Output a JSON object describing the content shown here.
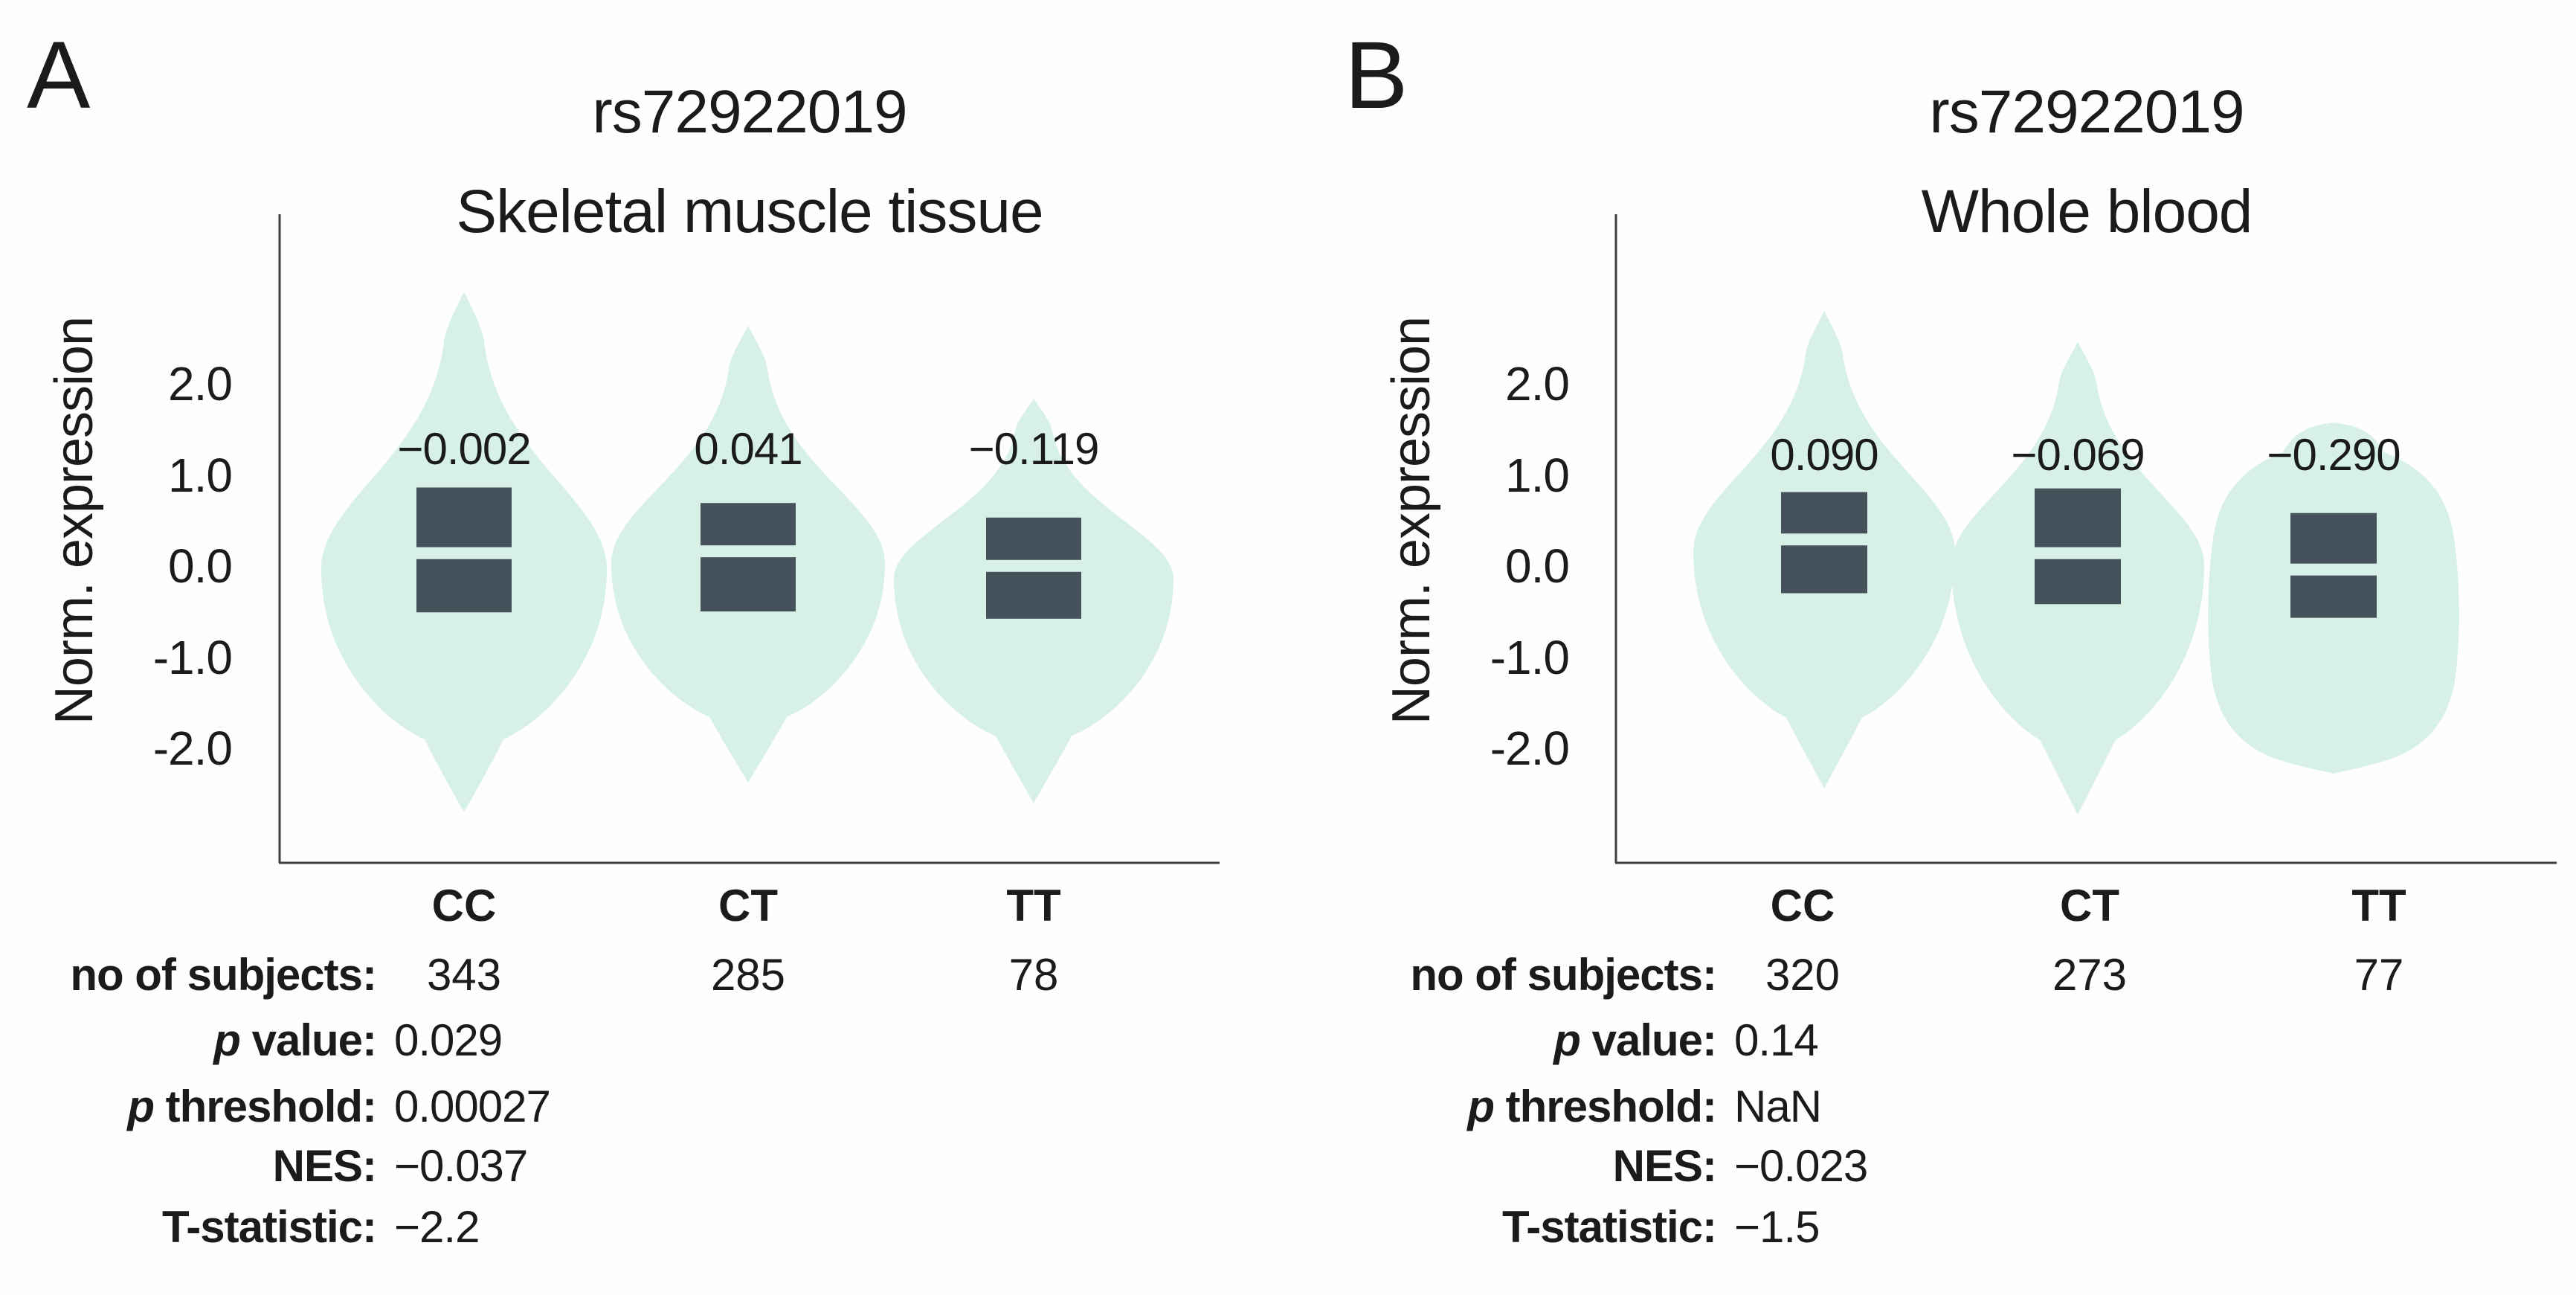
{
  "colors": {
    "violin_fill": "#d7f1e6",
    "box_fill": "#45525c",
    "median_line": "#ffffff",
    "axis_line": "#3f3f3f",
    "text": "#1b1b1b",
    "background": "#fefefd"
  },
  "chart_data": [
    {
      "type": "violin",
      "panel_letter": "A",
      "title": "rs72922019",
      "subtitle": "Skeletal muscle tissue",
      "ylabel": "Norm. expression",
      "ytick_labels": [
        "2.0",
        "1.0",
        "0.0",
        "-1.0",
        "-2.0"
      ],
      "ytick_values": [
        2.0,
        1.0,
        0.0,
        -1.0,
        -2.0
      ],
      "ylim": [
        -3.2,
        3.9
      ],
      "grid": false,
      "categories": [
        "CC",
        "CT",
        "TT"
      ],
      "effect_labels": [
        "−0.002",
        "0.041",
        "−0.119"
      ],
      "effect_values": [
        -0.002,
        0.041,
        -0.119
      ],
      "subjects": [
        343,
        285,
        78
      ],
      "boxes": [
        {
          "q3": 0.87,
          "median": 0.15,
          "q1": -0.5
        },
        {
          "q3": 0.7,
          "median": 0.17,
          "q1": -0.49
        },
        {
          "q3": 0.54,
          "median": 0.01,
          "q1": -0.57
        }
      ],
      "violin_extent_sigma": [
        [
          3.0,
          -2.7
        ],
        [
          2.6,
          -2.4
        ],
        [
          1.85,
          -2.6
        ]
      ],
      "stats": [
        {
          "prefix": "",
          "label": "no of subjects:",
          "value": "",
          "per_genotype": true
        },
        {
          "prefix": "p",
          "label": " value:",
          "value": "0.029",
          "per_genotype": false
        },
        {
          "prefix": "p",
          "label": " threshold:",
          "value": "0.00027",
          "per_genotype": false
        },
        {
          "prefix": "",
          "label": "NES:",
          "value": "−0.037",
          "per_genotype": false
        },
        {
          "prefix": "",
          "label": "T-statistic:",
          "value": "−2.2",
          "per_genotype": false
        }
      ]
    },
    {
      "type": "violin",
      "panel_letter": "B",
      "title": "rs72922019",
      "subtitle": "Whole blood",
      "ylabel": "Norm. expression",
      "ytick_labels": [
        "2.0",
        "1.0",
        "0.0",
        "-1.0",
        "-2.0"
      ],
      "ytick_values": [
        2.0,
        1.0,
        0.0,
        -1.0,
        -2.0
      ],
      "ylim": [
        -3.2,
        3.9
      ],
      "grid": false,
      "categories": [
        "CC",
        "CT",
        "TT"
      ],
      "effect_labels": [
        "0.090",
        "−0.069",
        "−0.290"
      ],
      "effect_values": [
        0.09,
        -0.069,
        -0.29
      ],
      "subjects": [
        320,
        273,
        77
      ],
      "boxes": [
        {
          "q3": 0.82,
          "median": 0.3,
          "q1": -0.29
        },
        {
          "q3": 0.86,
          "median": 0.15,
          "q1": -0.41
        },
        {
          "q3": 0.59,
          "median": -0.03,
          "q1": -0.56
        }
      ],
      "violin_extent_sigma": [
        [
          2.8,
          -2.4
        ],
        [
          2.5,
          -2.6
        ],
        [
          1.6,
          -2.1
        ]
      ],
      "stats": [
        {
          "prefix": "",
          "label": "no of subjects:",
          "value": "",
          "per_genotype": true
        },
        {
          "prefix": "p",
          "label": " value:",
          "value": "0.14",
          "per_genotype": false
        },
        {
          "prefix": "p",
          "label": " threshold:",
          "value": "NaN",
          "per_genotype": false
        },
        {
          "prefix": "",
          "label": "NES:",
          "value": "−0.023",
          "per_genotype": false
        },
        {
          "prefix": "",
          "label": "T-statistic:",
          "value": "−1.5",
          "per_genotype": false
        }
      ]
    }
  ]
}
